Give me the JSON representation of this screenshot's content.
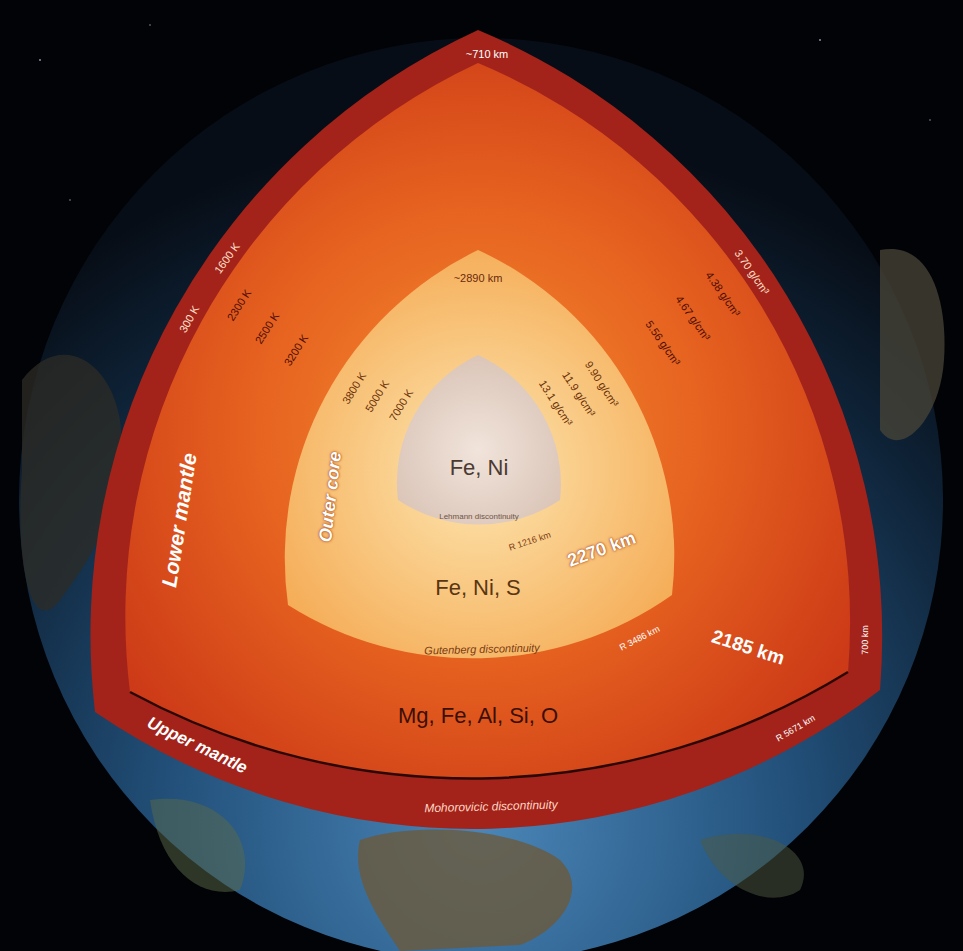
{
  "diagram": {
    "nodes": [
      {
        "text": [
          "Upper mantle"
        ]
      },
      {
        "text": [
          "Lower mantle",
          "Mg, Fe, Al, Si, O"
        ],
        "in": 0
      },
      {
        "text": [
          "Outer core",
          "Fe, Ni, S"
        ],
        "in": 1
      },
      {
        "text": [
          "Fe, Ni"
        ],
        "in": 2
      }
    ],
    "labels": [
      "~710 km",
      "300 K",
      "1600 K",
      "2300 K",
      "2500 K",
      "3200 K",
      "3800 K",
      "5000 K",
      "7000 K",
      "3.70 g/cm³",
      "4.38 g/cm³",
      "4.67 g/cm³",
      "5.56 g/cm³",
      "9.90 g/cm³",
      "11.9 g/cm³",
      "13.1 g/cm³",
      "~2890 km",
      "Lehmann discontinuity",
      "R 1216 km",
      "2270 km",
      "Gutenberg discontinuity",
      "R 3486 km",
      "2185 km",
      "700 km",
      "R 5671 km",
      "Mohorovicic discontinuity"
    ]
  }
}
